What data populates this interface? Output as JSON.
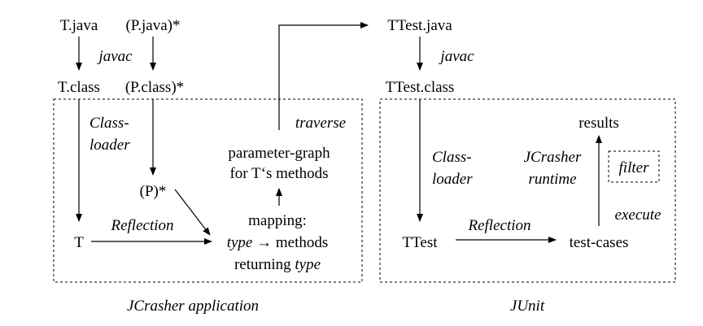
{
  "nodes": {
    "t_java": "T.java",
    "p_java": "(P.java)*",
    "t_class": "T.class",
    "p_class": "(P.class)*",
    "p_star": "(P)*",
    "t": "T",
    "param_graph_1": "parameter-graph",
    "param_graph_2": "for T‘s methods",
    "mapping_1": "mapping:",
    "mapping_2_type": "type",
    "mapping_2_arrow": "→",
    "mapping_2_rest": "methods",
    "mapping_3_pre": "returning",
    "mapping_3_type": "type",
    "ttest_java": "TTest.java",
    "ttest_class": "TTest.class",
    "results": "results",
    "ttest": "TTest",
    "test_cases": "test-cases",
    "filter": "filter"
  },
  "edge_labels": {
    "javac_left": "javac",
    "classloader_left_1": "Class-",
    "classloader_left_2": "loader",
    "reflection_left": "Reflection",
    "traverse": "traverse",
    "javac_right": "javac",
    "classloader_right_1": "Class-",
    "classloader_right_2": "loader",
    "jcrasher_runtime_1": "JCrasher",
    "jcrasher_runtime_2": "runtime",
    "execute": "execute",
    "reflection_right": "Reflection"
  },
  "groups": {
    "jcrasher_application": "JCrasher application",
    "junit": "JUnit"
  }
}
